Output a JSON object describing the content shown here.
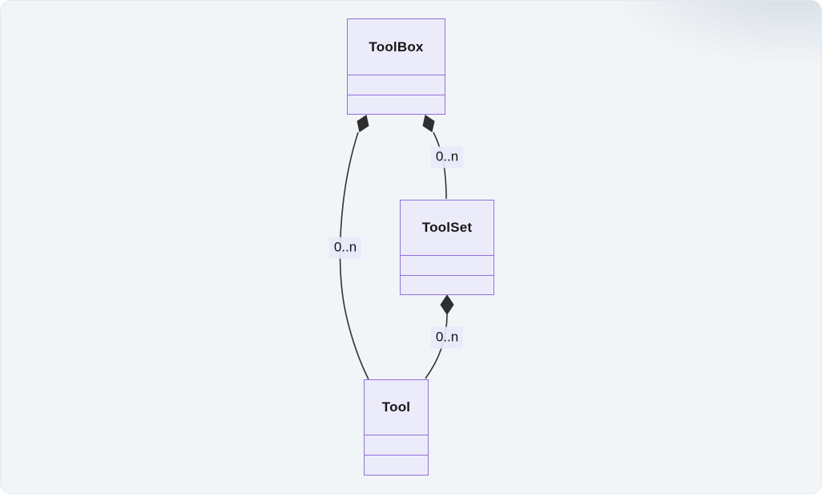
{
  "diagram": {
    "type": "uml-class-diagram",
    "classes": [
      {
        "name": "ToolBox"
      },
      {
        "name": "ToolSet"
      },
      {
        "name": "Tool"
      }
    ],
    "relationships": [
      {
        "from": "ToolBox",
        "to": "Tool",
        "type": "composition",
        "label": "0..n"
      },
      {
        "from": "ToolBox",
        "to": "ToolSet",
        "type": "composition",
        "label": "0..n"
      },
      {
        "from": "ToolSet",
        "to": "Tool",
        "type": "composition",
        "label": "0..n"
      }
    ],
    "colors": {
      "canvas_bg": "#f1f5f8",
      "canvas_border": "#e2e8ee",
      "node_fill": "#ebebfa",
      "node_border": "#9370DB",
      "edge_stroke": "#333333",
      "diamond_fill": "#2e2e2e",
      "label_bg": "#e8e8fa",
      "text": "#161616"
    }
  }
}
